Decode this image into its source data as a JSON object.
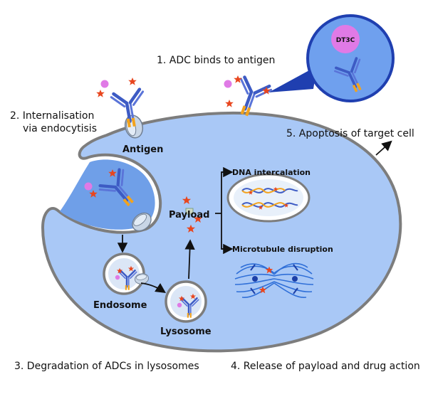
{
  "labels": {
    "step1": "1. ADC binds to antigen",
    "step2_line1": "2. Internalisation",
    "step2_line2": "via endocytisis",
    "step3": "3. Degradation of ADCs in lysosomes",
    "step4": "4. Release of payload and drug action",
    "step5": "5. Apoptosis of target cell",
    "antigen": "Antigen",
    "payload": "Payload",
    "endosome": "Endosome",
    "lysosome": "Lysosome",
    "dna_intercalation": "DNA intercalation",
    "microtubule_disruption": "Microtubule disruption",
    "dt3c": "DT3C"
  },
  "colors": {
    "cell_fill": "#a9c8f6",
    "cell_border": "#7d7d7d",
    "endocytic_pocket": "#6f9fe8",
    "antibody_blue": "#3d5bc4",
    "antibody_orange": "#f3a31c",
    "payload_red": "#e8461e",
    "dt3c_magenta": "#e07ae6",
    "inset_fill": "#6fa0ee",
    "inset_border": "#1f3fb0"
  }
}
